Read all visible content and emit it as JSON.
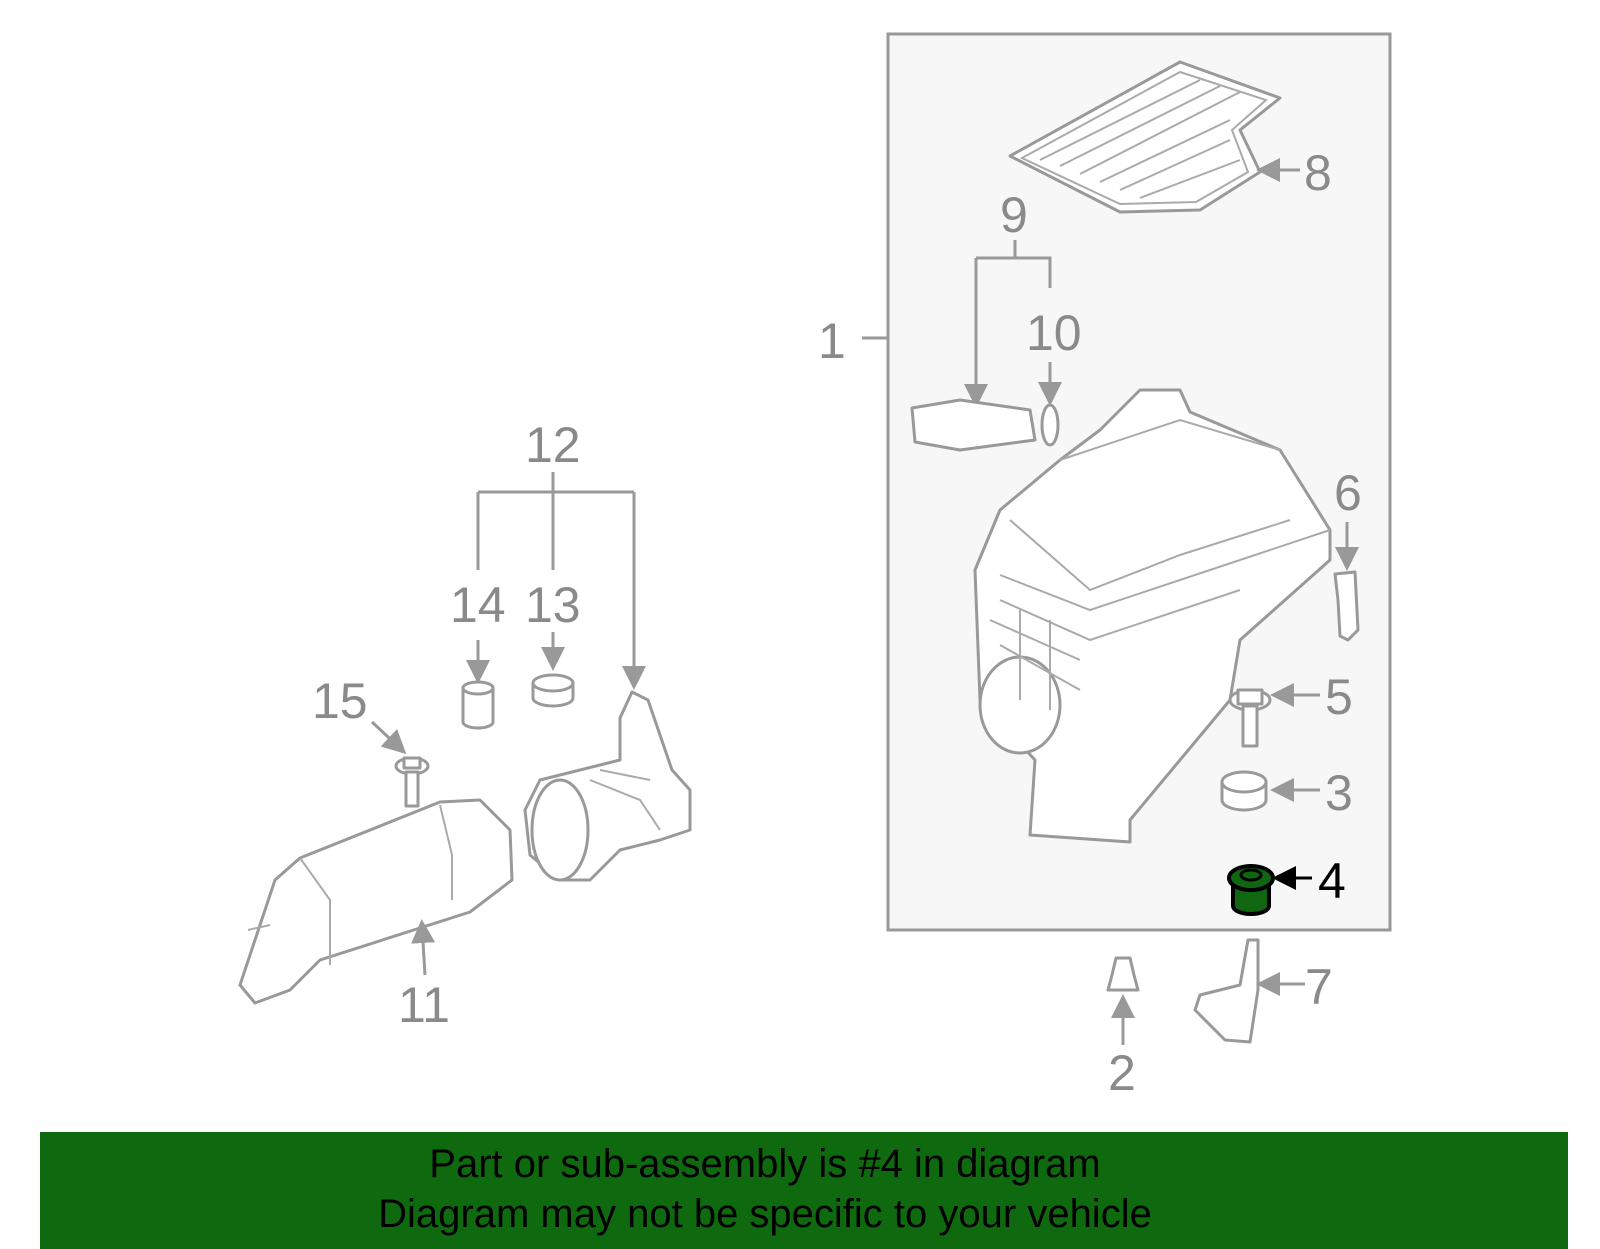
{
  "diagram": {
    "callouts": {
      "c1": "1",
      "c2": "2",
      "c3": "3",
      "c4": "4",
      "c5": "5",
      "c6": "6",
      "c7": "7",
      "c8": "8",
      "c9": "9",
      "c10": "10",
      "c11": "11",
      "c12": "12",
      "c13": "13",
      "c14": "14",
      "c15": "15"
    },
    "highlight_part": "4",
    "colors": {
      "highlight": "#116611",
      "banner": "#0f6a0f",
      "line": "#999999",
      "box_fill": "#f7f7f7"
    }
  },
  "banner": {
    "line1": "Part or sub-assembly is #4 in diagram",
    "line2": "Diagram may not be specific to your vehicle"
  }
}
